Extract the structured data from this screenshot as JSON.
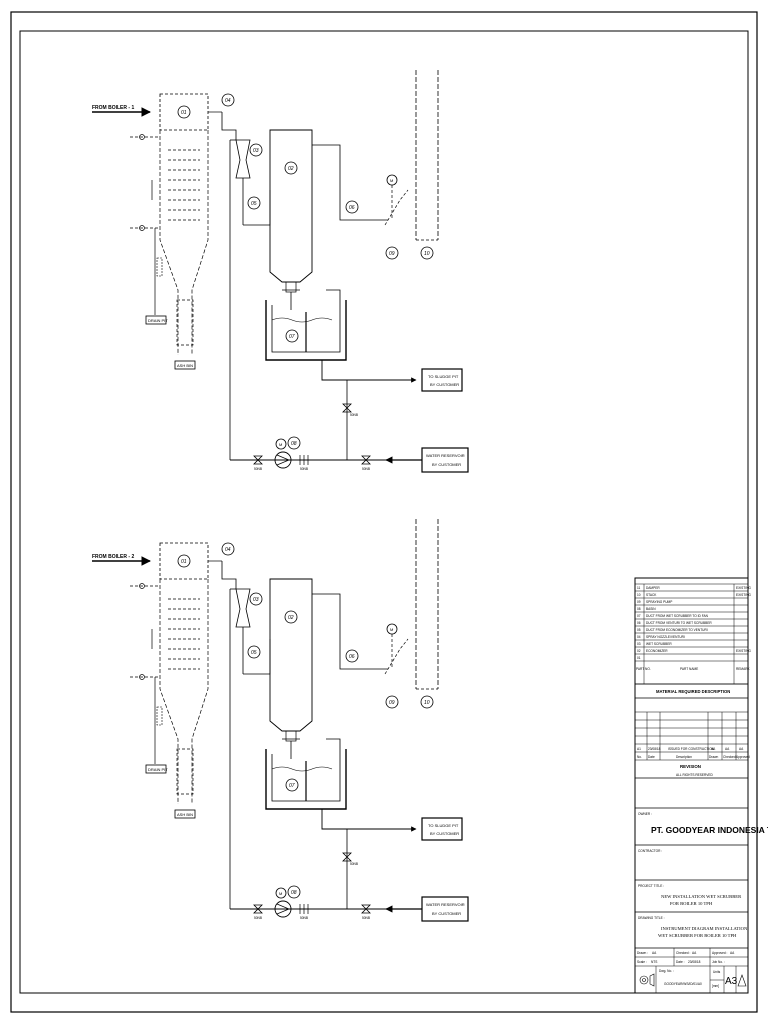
{
  "diagram": {
    "units": [
      {
        "from_label": "FROM BOILER - 1",
        "drain_label": "DRAIN PIT",
        "ash_label": "ASH BIN",
        "sludge_label_1": "TO SLUDGE PIT",
        "sludge_label_2": "BY CUSTOMER",
        "water_label_1": "WATER RESERVOIR",
        "water_label_2": "BY CUSTOMER",
        "valve_tags": [
          "50NB",
          "50NB",
          "50NB",
          "50NB"
        ],
        "motor_tags": [
          "M",
          "M"
        ],
        "tags": [
          "01",
          "02",
          "03",
          "04",
          "05",
          "06",
          "07",
          "08",
          "09",
          "10"
        ]
      },
      {
        "from_label": "FROM BOILER - 2",
        "drain_label": "DRAIN PIT",
        "ash_label": "ASH BIN",
        "sludge_label_1": "TO SLUDGE PIT",
        "sludge_label_2": "BY CUSTOMER",
        "water_label_1": "WATER RESERVOIR",
        "water_label_2": "BY CUSTOMER",
        "valve_tags": [
          "50NB",
          "50NB",
          "50NB",
          "50NB"
        ],
        "motor_tags": [
          "M",
          "M"
        ],
        "tags": [
          "01",
          "02",
          "03",
          "04",
          "05",
          "06",
          "07",
          "08",
          "09",
          "10"
        ]
      }
    ]
  },
  "title_block": {
    "parts": [
      {
        "no": "11",
        "desc": "DAMPER",
        "status": "EXISTING"
      },
      {
        "no": "10",
        "desc": "STACK",
        "status": "EXISTING"
      },
      {
        "no": "09",
        "desc": "SPRAYING PUMP",
        "status": ""
      },
      {
        "no": "08",
        "desc": "BASIN",
        "status": ""
      },
      {
        "no": "07",
        "desc": "DUCT FROM WET SCRUBBER TO ID FAN",
        "status": ""
      },
      {
        "no": "06",
        "desc": "DUCT FROM VENTURI TO WET SCRUBBER",
        "status": ""
      },
      {
        "no": "05",
        "desc": "DUCT FROM ECONOMIZER TO VENTURI",
        "status": ""
      },
      {
        "no": "04",
        "desc": "SPRAY NOZZLE/VENTURI",
        "status": ""
      },
      {
        "no": "03",
        "desc": "WET SCRUBBER",
        "status": ""
      },
      {
        "no": "02",
        "desc": "ECONOMIZER",
        "status": "EXISTING"
      },
      {
        "no": "01",
        "desc": "",
        "status": ""
      }
    ],
    "parts_header": {
      "col1": "PART NO.",
      "col2": "PART NAME",
      "col3": "REMARK"
    },
    "material_title": "MATERIAL REQUIRED DESCRIPTION",
    "revision_row": {
      "no": "A1",
      "date": "23/08/18",
      "desc": "ISSUED FOR CONSTRUCTION",
      "a": "AA",
      "b": "AA",
      "c": "AA"
    },
    "revision_header": {
      "no": "No.",
      "date": "Date",
      "desc": "Description",
      "a": "Drawn",
      "b": "Checked",
      "c": "Approved"
    },
    "revision_title": "REVISION",
    "rights_text": "ALL RIGHTS RESERVED",
    "owner_caption": "OWNER :",
    "owner_name": "PT. GOODYEAR INDONESIA Tbk.",
    "contractor_caption": "CONTRACTOR :",
    "project_caption": "PROJECT TITLE :",
    "project_line1": "NEW INSTALLATION WET SCRUBBER",
    "project_line2": "FOR BOILER 10 TPH",
    "drawing_caption": "DRAWING TITLE :",
    "drawing_line1": "INSTRUMENT DIAGRAM INSTALLATION",
    "drawing_line2": "WET SCRUBBER FOR BOILER 10 TPH",
    "drawn_caption": "Drawn :",
    "drawn_value": "AA",
    "checked_caption": "Checked :",
    "checked_value": "AA",
    "approved_caption": "Approved :",
    "approved_value": "AA",
    "scale_caption": "Scale :",
    "scale_value": "NTS",
    "date_caption": "Date :",
    "date_value": "23/08/18",
    "job_caption": "Job No. :",
    "job_value": "",
    "dwg_caption": "Dwg. No. :",
    "dwg_value": "GOODYEAR/WS/ID/01/A0",
    "units_caption": "Units",
    "units_value": "[mm]",
    "size_value": "A3"
  }
}
